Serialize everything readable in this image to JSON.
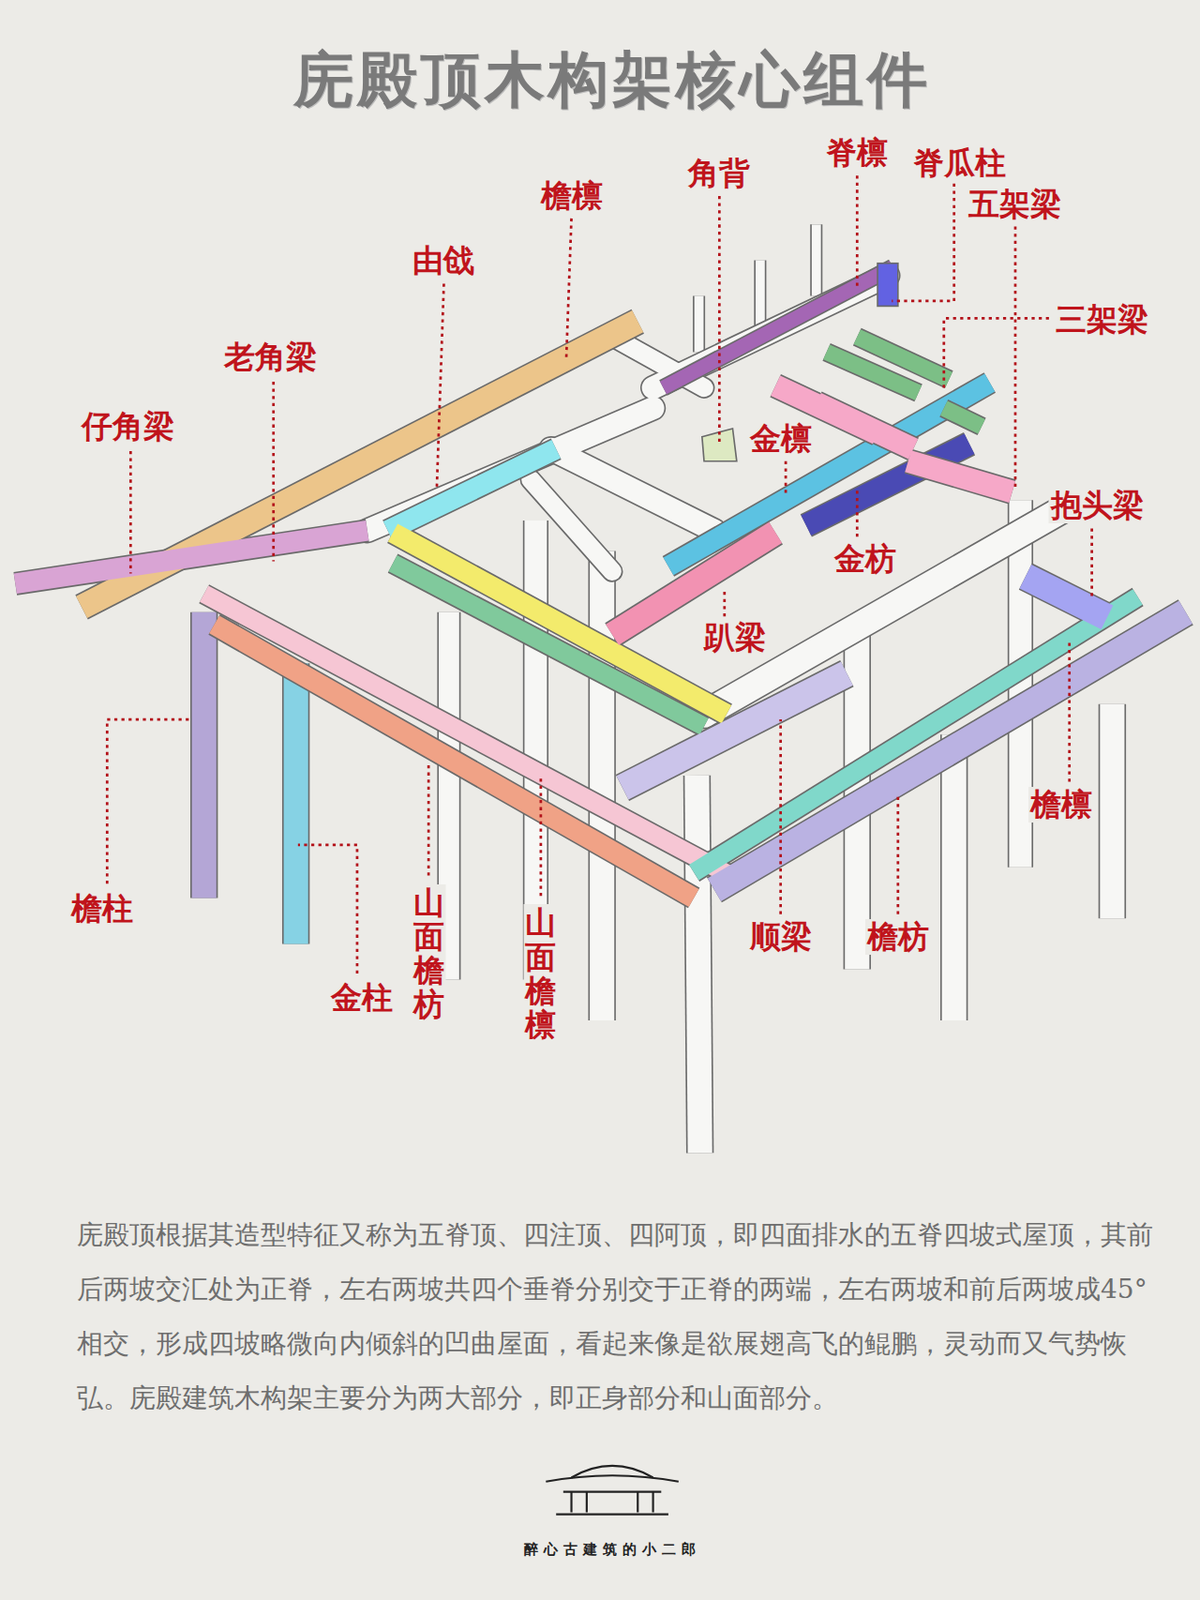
{
  "diagram": {
    "title": "庑殿顶木构架核心组件",
    "caption": "庑殿顶根据其造型特征又称为五脊顶、四注顶、四阿顶，即四面排水的五脊四坡式屋顶，其前后两坡交汇处为正脊，左右两坡共四个垂脊分别交于正脊的两端，左右两坡和前后两坡成45° 相交，形成四坡略微向内倾斜的凹曲屋面，看起来像是欲展翅高飞的鲲鹏，灵动而又气势恢弘。庑殿建筑木构架主要分为两大部分，即正身部分和山面部分。",
    "labels": [
      "脊檩",
      "脊瓜柱",
      "五架梁",
      "角背",
      "檐檩",
      "由戗",
      "三架梁",
      "老角梁",
      "仔角梁",
      "金檩",
      "抱头梁",
      "金枋",
      "趴梁",
      "檐檩",
      "檐柱",
      "金柱",
      "山面檐枋",
      "山面檐檩",
      "顺梁",
      "檐枋",
      "醉心古建筑的小二郎"
    ]
  }
}
